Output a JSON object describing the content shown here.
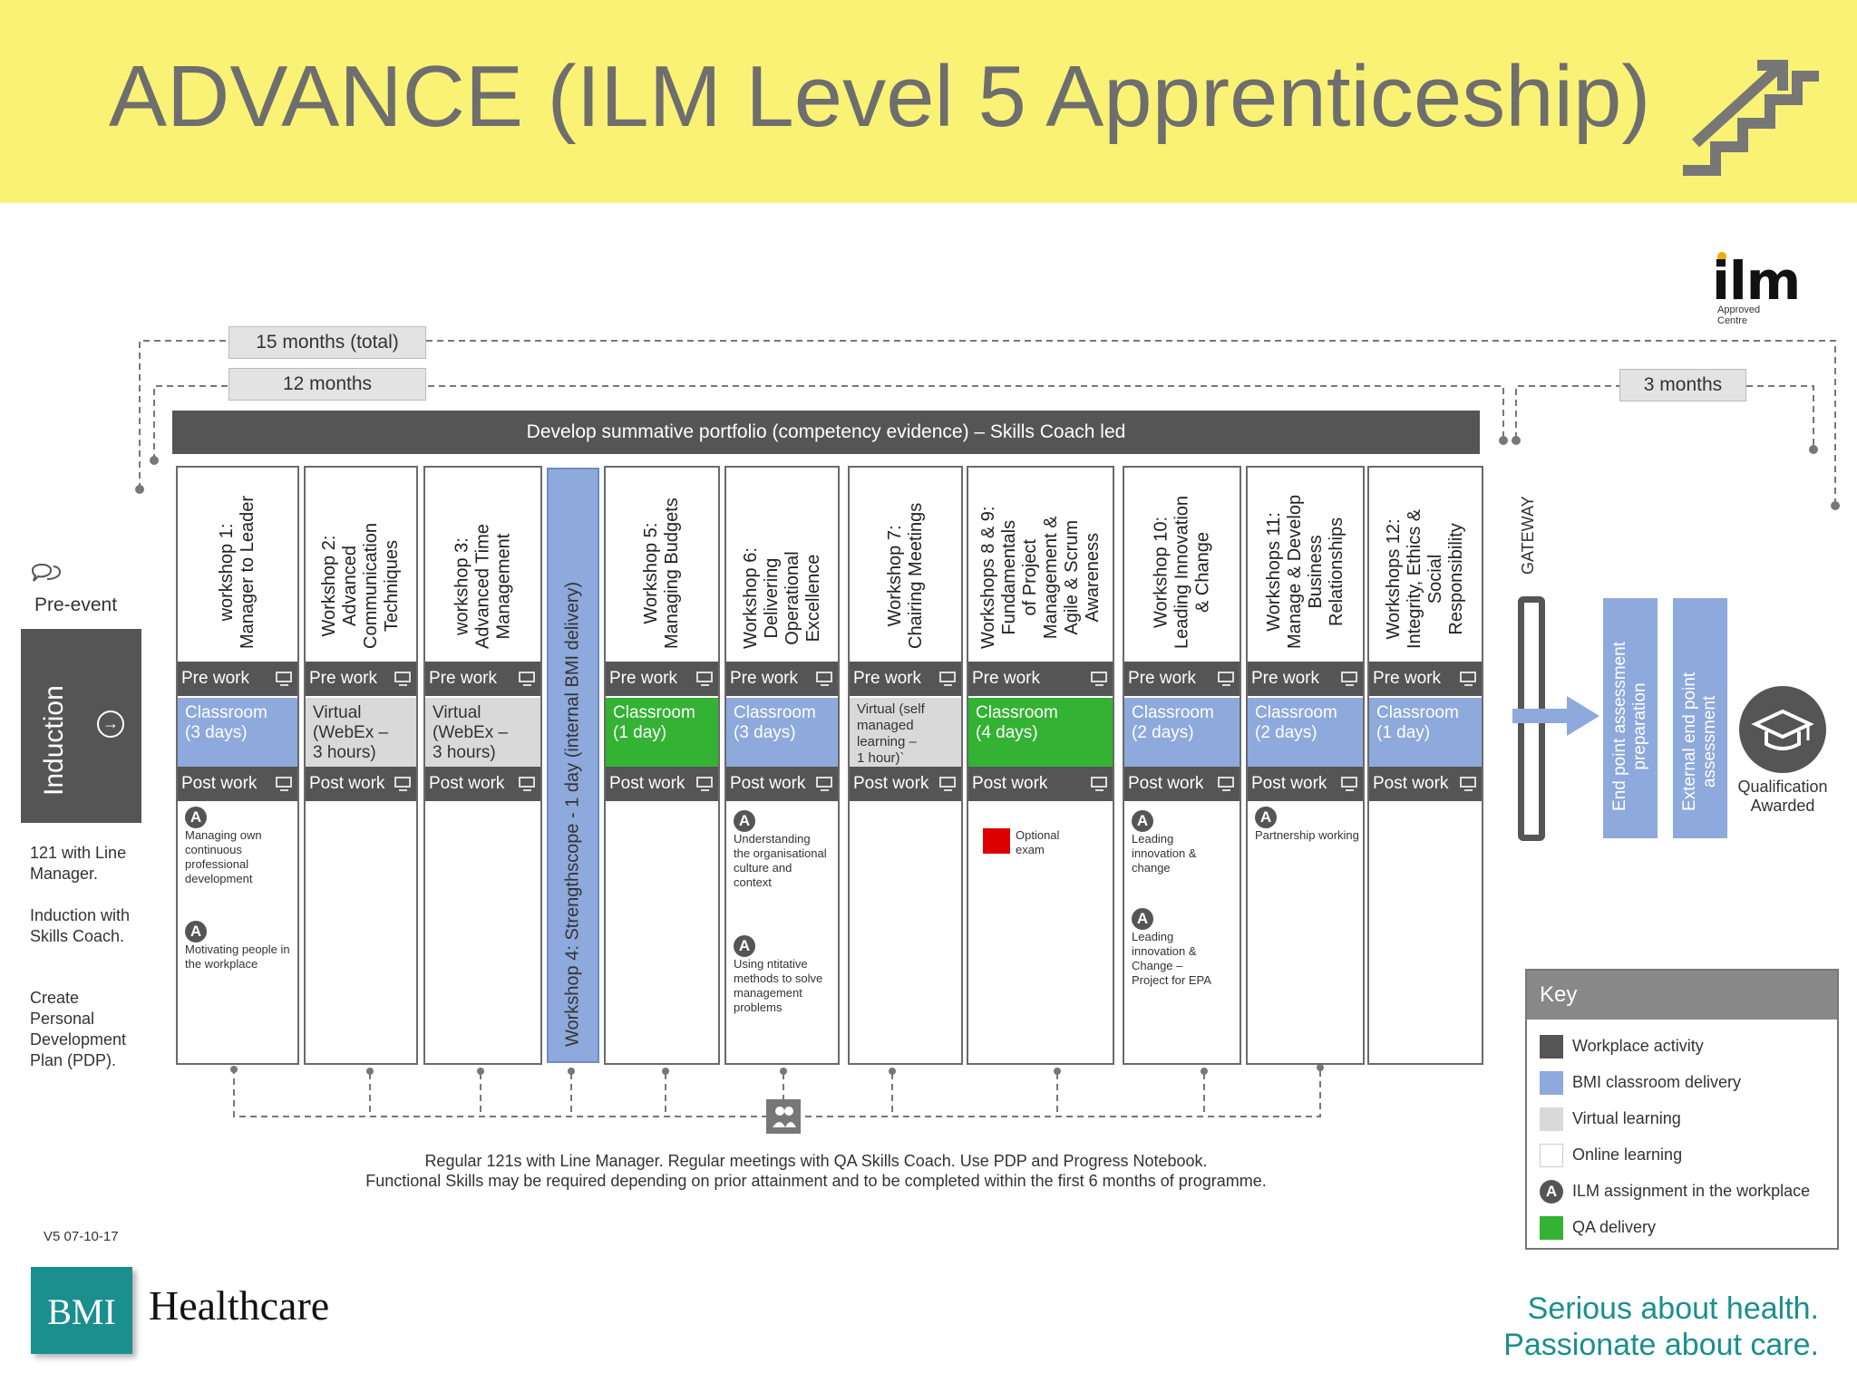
{
  "title": "ADVANCE (ILM Level 5 Apprenticeship)",
  "ilm": {
    "word": "ilm",
    "line1": "Approved",
    "line2": "Centre"
  },
  "durations": {
    "total": "15 months (total)",
    "main": "12 months",
    "epa": "3 months"
  },
  "portfolio": "Develop summative portfolio (competency evidence) – Skills Coach led",
  "pre_event": {
    "label": "Pre-event",
    "induction": "Induction",
    "items": [
      "121  with Line Manager.",
      "Induction with Skills Coach.",
      "Create Personal Development Plan (PDP)."
    ]
  },
  "workshops": [
    {
      "title": "workshop 1:\nManager to Leader",
      "pre": "Pre work",
      "mode": "Classroom\n(3 days)",
      "post": "Post work",
      "notes": [
        "Managing own continuous professional development",
        "Motivating people in the workplace"
      ]
    },
    {
      "title": "Workshop 2:\nAdvanced\nCommunication\nTechniques",
      "pre": "Pre work",
      "mode": "Virtual\n(WebEx –\n3 hours)",
      "post": "Post work",
      "notes": []
    },
    {
      "title": "workshop 3:\nAdvanced Time\nManagement",
      "pre": "Pre work",
      "mode": "Virtual\n(WebEx –\n3 hours)",
      "post": "Post work",
      "notes": []
    },
    {
      "title": "Workshop 5:\nManaging Budgets",
      "pre": "Pre work",
      "mode": "Classroom\n(1 day)",
      "post": "Post work",
      "notes": []
    },
    {
      "title": "Workshop 6:\nDelivering\nOperational\nExcellence",
      "pre": "Pre work",
      "mode": "Classroom\n(3 days)",
      "post": "Post work",
      "notes": [
        "Understanding the organisational culture and context",
        "Using ntitative methods to solve management problems"
      ]
    },
    {
      "title": "Workshop 7:\nChairing Meetings",
      "pre": "Pre work",
      "mode": "Virtual (self\nmanaged\nlearning –\n1 hour)`",
      "post": "Post work",
      "notes": []
    },
    {
      "title": "Workshops 8 & 9:\nFundamentals\nof Project\nManagement &\nAgile & Scrum\nAwareness",
      "pre": "Pre work",
      "mode": "Classroom\n(4 days)",
      "post": "Post work",
      "notes": [
        "Optional exam"
      ]
    },
    {
      "title": "Workshop 10:\nLeading Innovation\n& Change",
      "pre": "Pre work",
      "mode": "Classroom\n(2 days)",
      "post": "Post work",
      "notes": [
        "Leading innovation & change",
        "Leading innovation & Change – Project for EPA"
      ]
    },
    {
      "title": "Workshops 11:\nManage & Develop\nBusiness\nRelationships",
      "pre": "Pre work",
      "mode": "Classroom\n(2 days)",
      "post": "Post work",
      "notes": [
        "Partnership working"
      ]
    },
    {
      "title": "Workshops 12:\nIntegrity, Ethics &\nSocial\nResponsibility",
      "pre": "Pre work",
      "mode": "Classroom\n(1 day)",
      "post": "Post work",
      "notes": []
    }
  ],
  "workshop4": "Workshop 4:  Strengthscope - 1 day (internal BMI delivery)",
  "gateway": "GATEWAY",
  "epa": [
    "End point assessment\npreparation",
    "External end point\nassessment"
  ],
  "qualification": "Qualification\nAwarded",
  "footer_note": [
    "Regular 121s  with Line Manager. Regular meetings with QA Skills Coach. Use PDP and Progress Notebook.",
    "Functional Skills may be required depending on prior attainment and to be completed within the first 6  months of programme."
  ],
  "version": "V5 07-10-17",
  "key": {
    "title": "Key",
    "items": [
      {
        "label": "Workplace activity",
        "color": "#555555"
      },
      {
        "label": "BMI classroom delivery",
        "color": "#8ea9db"
      },
      {
        "label": "Virtual learning",
        "color": "#d9d9d9"
      },
      {
        "label": "Online learning",
        "color": "#ffffff"
      },
      {
        "label": "ILM assignment in the workplace",
        "color": "#555555"
      },
      {
        "label": "QA delivery",
        "color": "#33b233"
      }
    ]
  },
  "brand": {
    "mark": "BMI",
    "name": "Healthcare",
    "tagline1": "Serious about health.",
    "tagline2": "Passionate about care."
  },
  "assignment_badge": "A",
  "colors": {
    "header": "#faf275",
    "accent": "#8ea9db",
    "qa": "#33b233",
    "dark": "#555555",
    "brand": "#1a8f8e"
  }
}
